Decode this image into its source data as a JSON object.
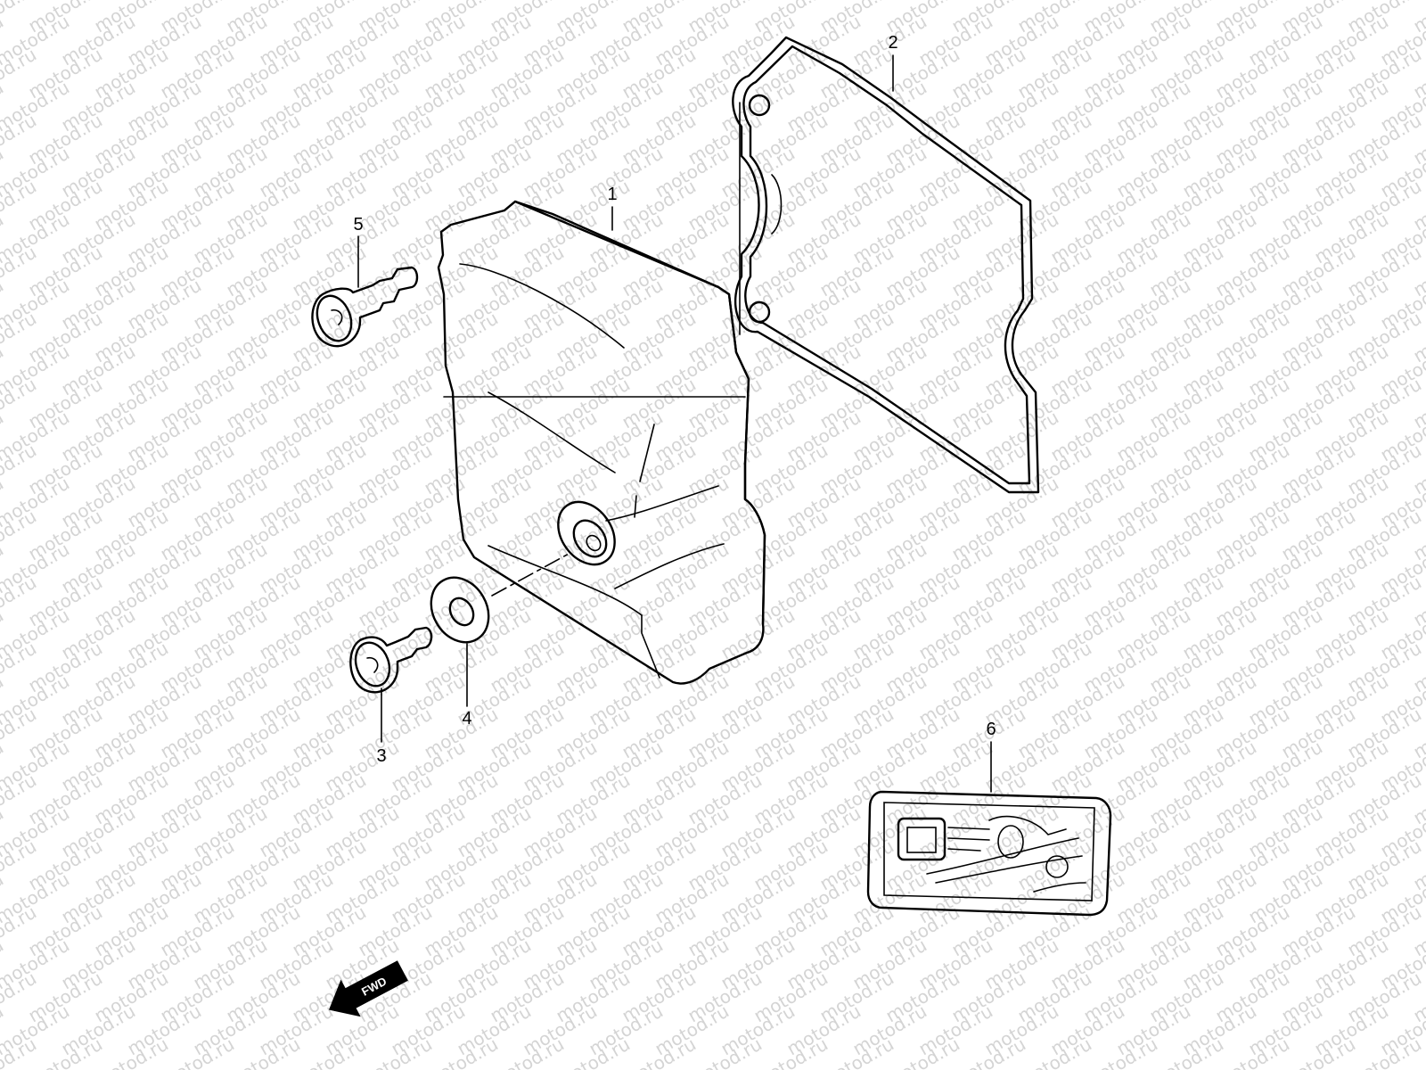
{
  "watermark": {
    "text": "motod.ru"
  },
  "callouts": [
    {
      "id": "1",
      "label": "1"
    },
    {
      "id": "2",
      "label": "2"
    },
    {
      "id": "3",
      "label": "3"
    },
    {
      "id": "4",
      "label": "4"
    },
    {
      "id": "5",
      "label": "5"
    },
    {
      "id": "6",
      "label": "6"
    }
  ],
  "direction_arrow": {
    "label": "FWD"
  }
}
